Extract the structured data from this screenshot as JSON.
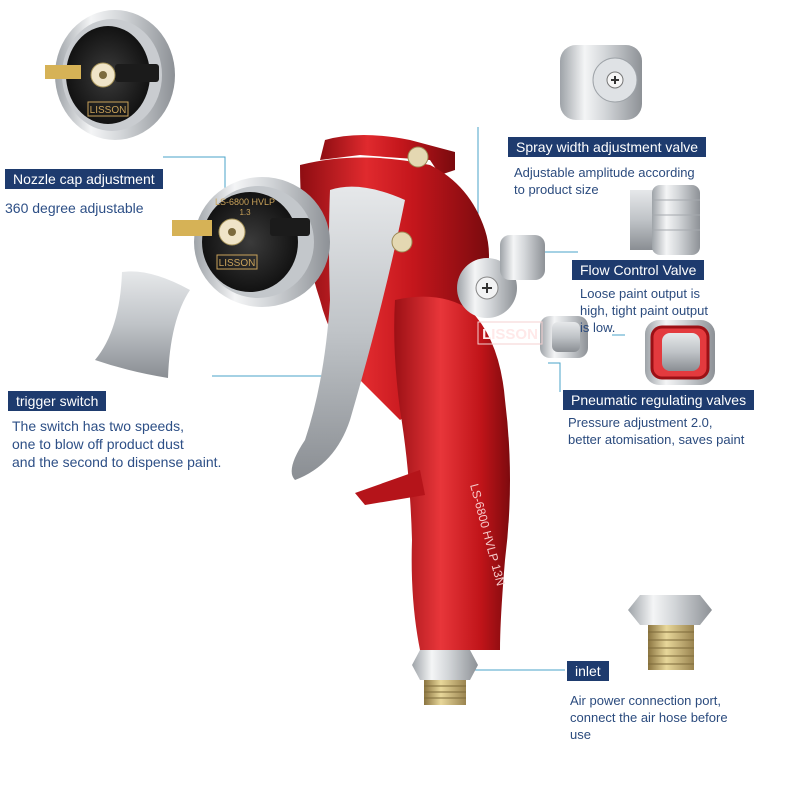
{
  "brand": {
    "logo_text": "LISSON",
    "cap_text": "LS-6800 HVLP",
    "cap_size": "1.3",
    "body_text": "LS-6800 HVLP 13N"
  },
  "callouts": {
    "nozzle_cap": {
      "title": "Nozzle cap adjustment",
      "description": "360 degree adjustable"
    },
    "spray_width": {
      "title": "Spray width adjustment valve",
      "description": "Adjustable amplitude according\nto product size"
    },
    "flow_control": {
      "title": "Flow Control Valve",
      "description": "Loose paint output is\nhigh, tight paint output\nis low."
    },
    "pneumatic": {
      "title": "Pneumatic regulating valves",
      "description": "Pressure adjustment 2.0,\nbetter atomisation, saves paint"
    },
    "trigger": {
      "title": "trigger switch",
      "description": "The switch has two speeds,\none to blow off product dust\nand the second to dispense paint."
    },
    "inlet": {
      "title": "inlet",
      "description": "Air power connection port,\nconnect the air hose before\nuse"
    }
  },
  "colors": {
    "label_bg": "#1e3b6e",
    "label_text": "#ffffff",
    "desc_text": "#2b4b7e",
    "gun_red": "#c4161c",
    "leader_line": "#4aa3c8"
  },
  "icons": [
    "nozzle-cap-icon",
    "knob-icon",
    "trigger-icon",
    "air-fitting-icon",
    "spray-gun-illustration"
  ]
}
